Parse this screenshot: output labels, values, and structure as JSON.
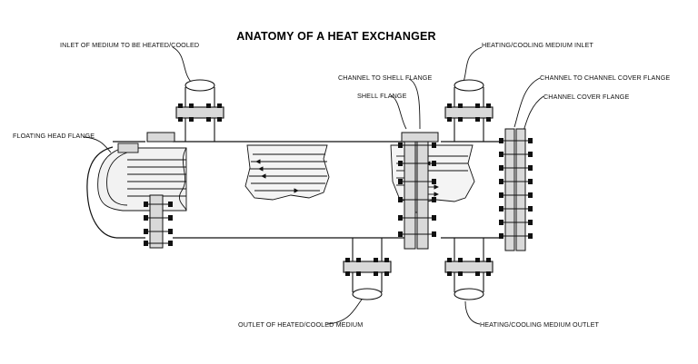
{
  "title": "ANATOMY OF A HEAT EXCHANGER",
  "labels": {
    "inlet_medium": "INLET OF MEDIUM TO BE HEATED/COOLED",
    "heating_inlet": "HEATING/COOLING MEDIUM INLET",
    "channel_to_shell_flange": "CHANNEL TO SHELL FLANGE",
    "channel_to_channel_cover_flange": "CHANNEL TO CHANNEL COVER FLANGE",
    "shell_flange": "SHELL FLANGE",
    "channel_cover_flange": "CHANNEL COVER FLANGE",
    "floating_head_flange": "FLOATING HEAD FLANGE",
    "outlet_medium": "OUTLET OF HEATED/COOLED MEDIUM",
    "heating_outlet": "HEATING/COOLING MEDIUM OUTLET"
  },
  "colors": {
    "line": "#111111",
    "flange_fill": "#d9d9d9",
    "tube_fill": "#bfbfbf"
  }
}
